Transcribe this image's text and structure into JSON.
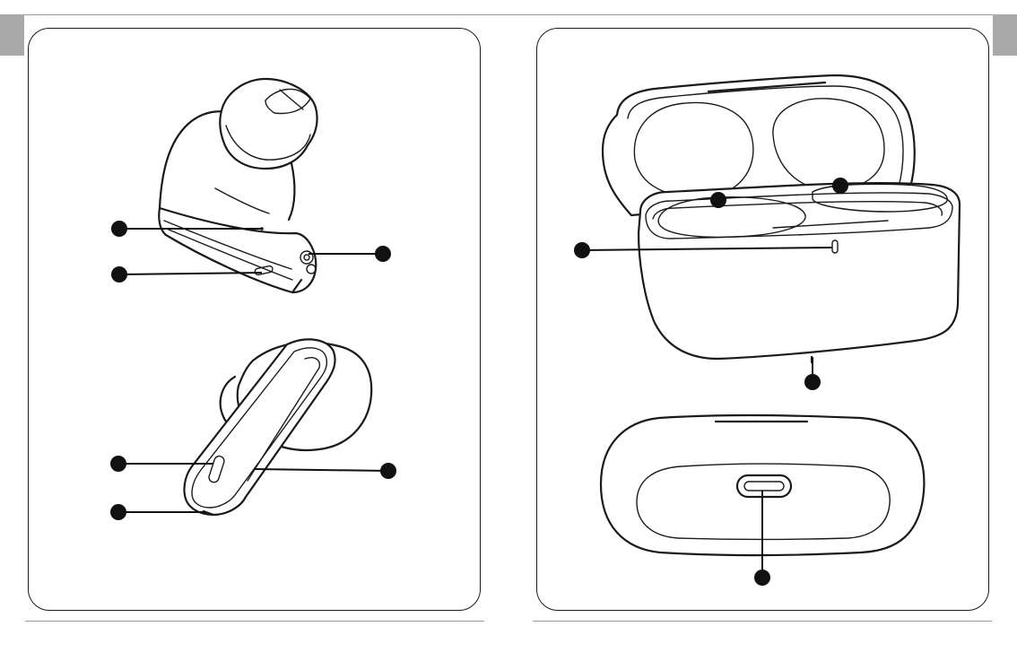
{
  "page": {
    "background": "#ffffff",
    "tab_color": "#a9a9a9",
    "line_color": "#1a1a1a"
  },
  "left_panel": {
    "callouts": [
      {
        "id": "earbud-top-1",
        "marker": "dot"
      },
      {
        "id": "earbud-top-2",
        "marker": "dot"
      },
      {
        "id": "earbud-top-3",
        "marker": "dot"
      },
      {
        "id": "earbud-bottom-1",
        "marker": "dot"
      },
      {
        "id": "earbud-bottom-2",
        "marker": "dot"
      },
      {
        "id": "earbud-bottom-3",
        "marker": "dot"
      }
    ]
  },
  "right_panel": {
    "callouts": [
      {
        "id": "case-slot-left",
        "marker": "dot"
      },
      {
        "id": "case-slot-right",
        "marker": "dot"
      },
      {
        "id": "case-indicator",
        "marker": "dot"
      },
      {
        "id": "case-bottom",
        "marker": "dot"
      },
      {
        "id": "usb-c-port",
        "marker": "dot"
      }
    ]
  }
}
